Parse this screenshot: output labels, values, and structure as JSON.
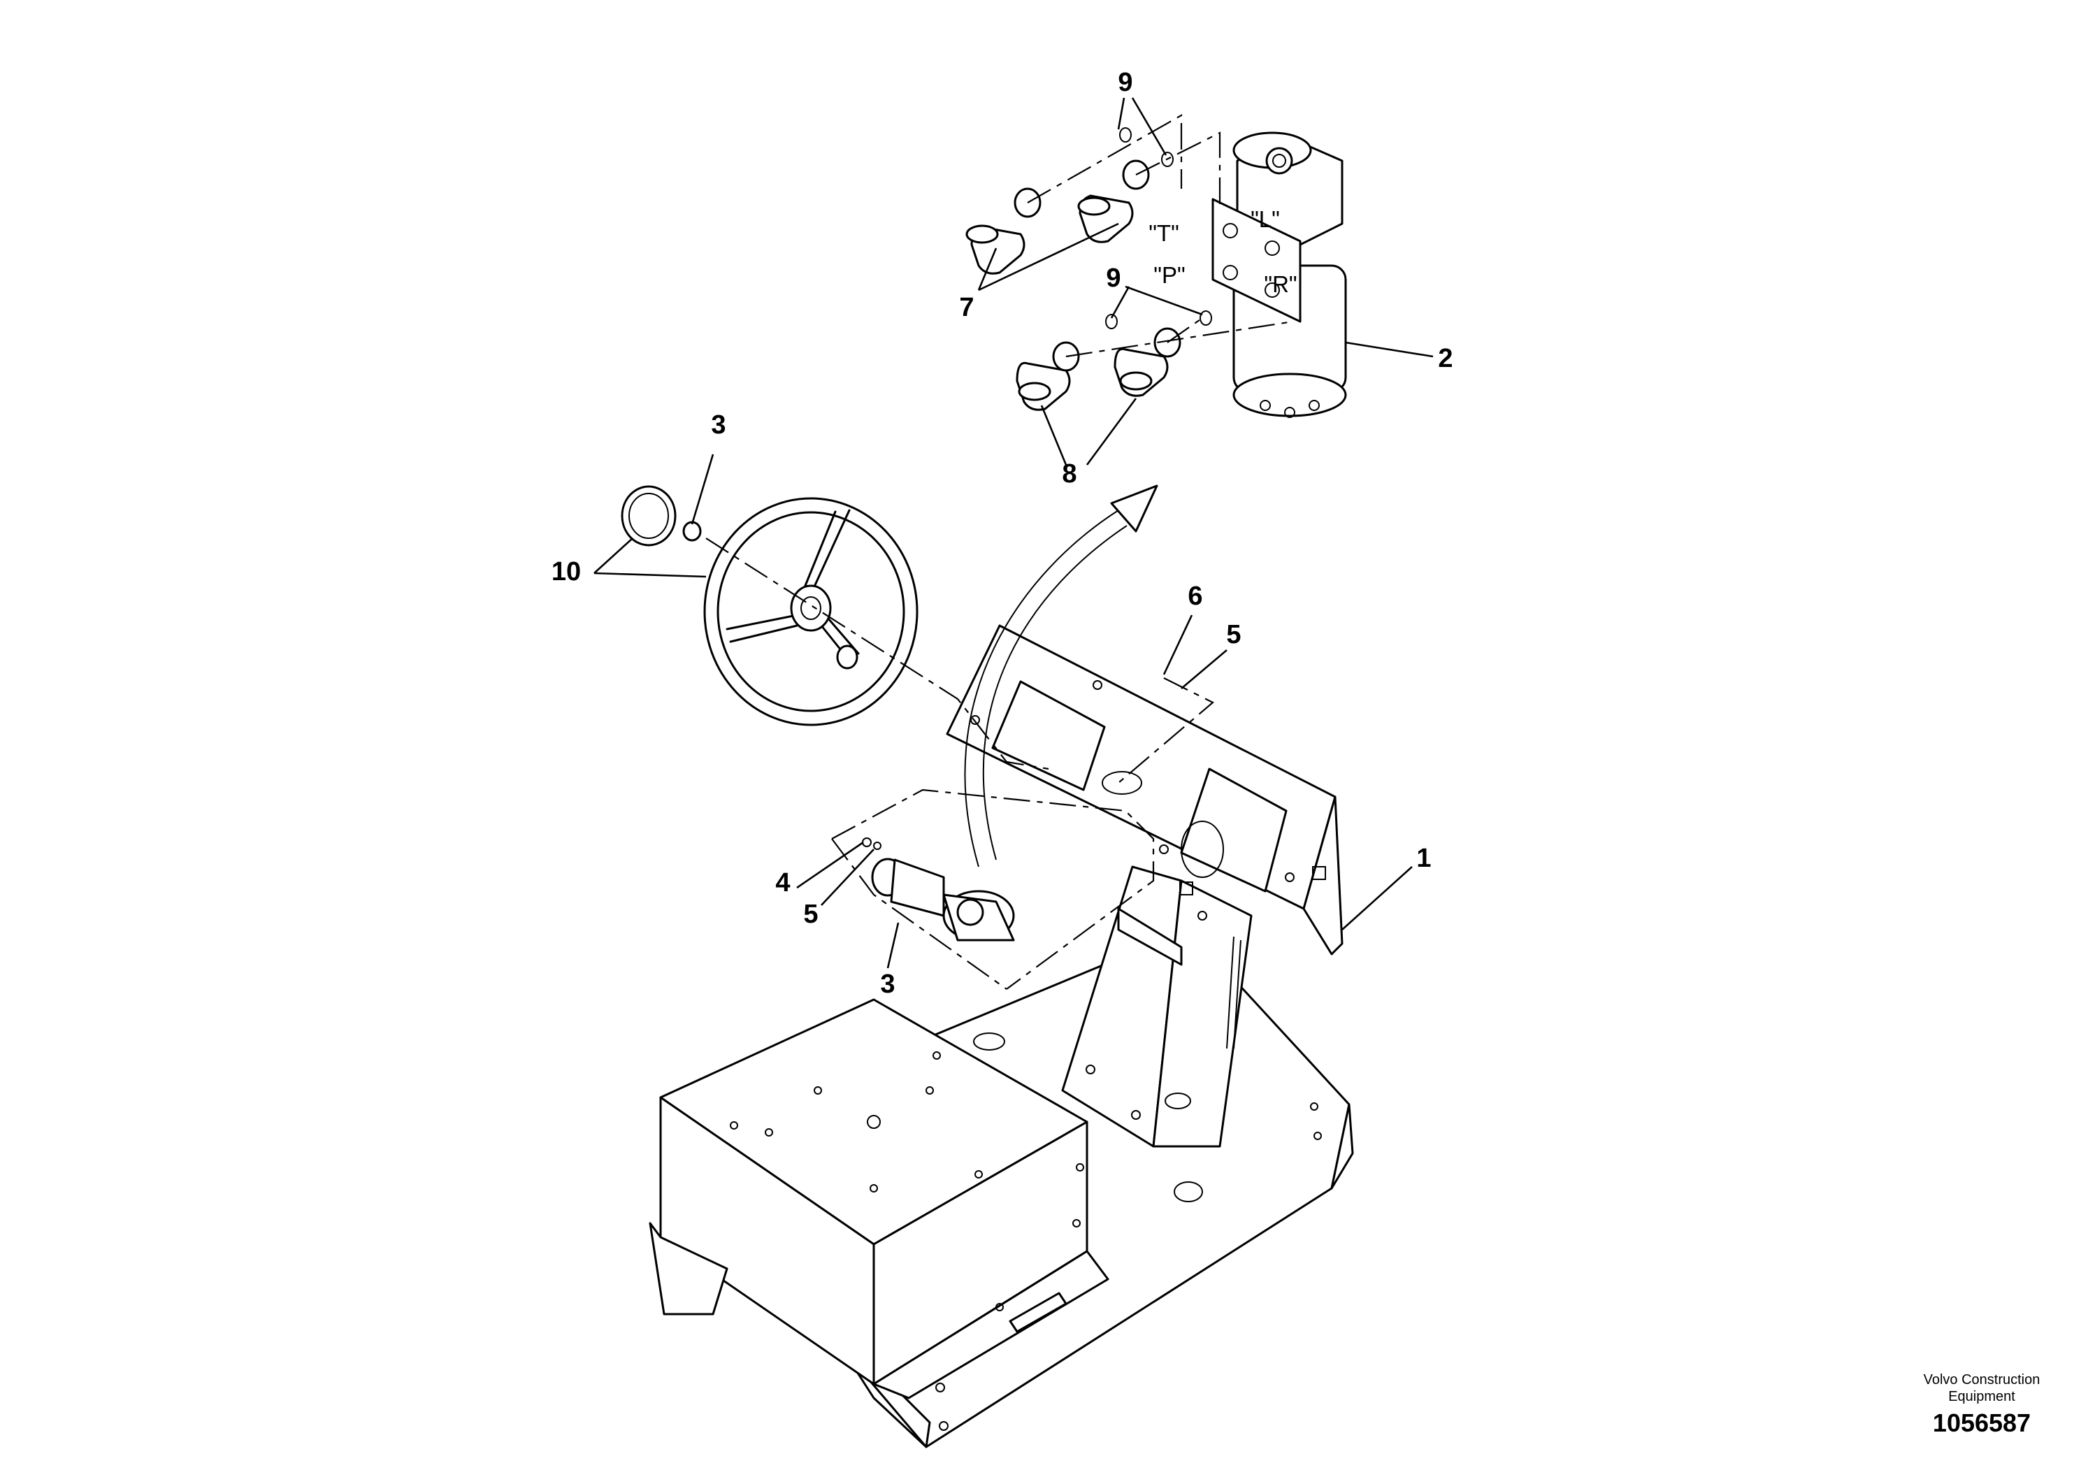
{
  "callouts": {
    "c1": "1",
    "c2": "2",
    "c3a": "3",
    "c3b": "3",
    "c4": "4",
    "c5a": "5",
    "c5b": "5",
    "c6": "6",
    "c7": "7",
    "c8": "8",
    "c9a": "9",
    "c9b": "9",
    "c10": "10"
  },
  "ports": {
    "T": "\"T\"",
    "L": "\"L\"",
    "P": "\"P\"",
    "R": "\"R\""
  },
  "footer": {
    "company_line1": "Volvo Construction",
    "company_line2": "Equipment",
    "drawing_number": "1056587"
  }
}
